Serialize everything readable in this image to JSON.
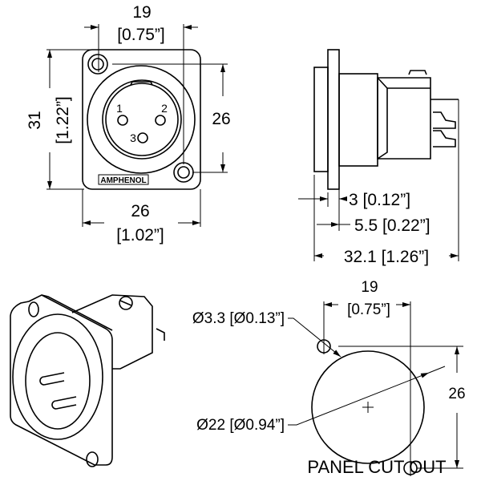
{
  "front_view": {
    "dim_top": "19",
    "dim_top_in": "[0.75”]",
    "dim_left": "31",
    "dim_left_in": "[1.22”]",
    "dim_right": "26",
    "dim_bottom": "26",
    "dim_bottom_in": "[1.02”]",
    "pin_labels": [
      "1",
      "2",
      "3"
    ],
    "brand": "AMPHENOL"
  },
  "side_view": {
    "dim_flange": "3 [0.12”]",
    "dim_lip": "5.5 [0.22”]",
    "dim_length": "32.1 [1.26”]"
  },
  "cutout": {
    "dim_top": "19",
    "dim_top_in": "[0.75”]",
    "hole_dia": "Ø3.3 [Ø0.13”]",
    "main_dia": "Ø22 [Ø0.94”]",
    "dim_right": "26",
    "title": "PANEL CUT OUT"
  }
}
